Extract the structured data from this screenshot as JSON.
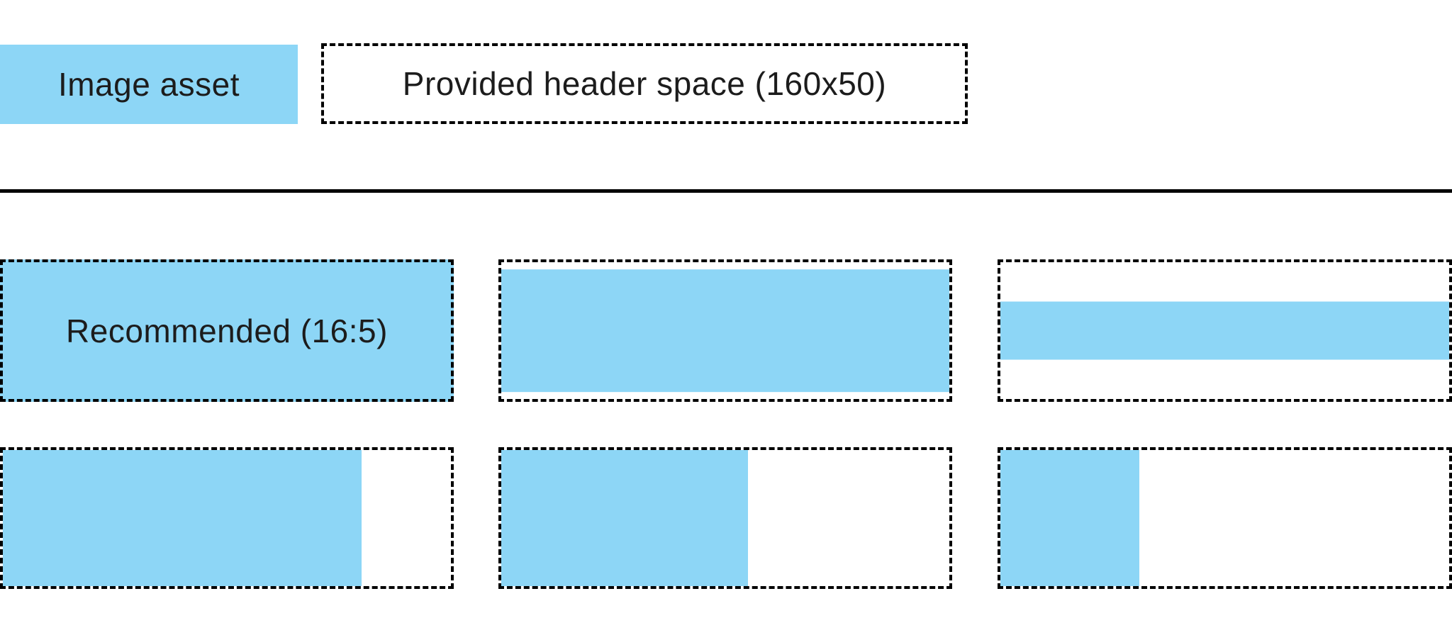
{
  "colors": {
    "asset_blue": "#8DD6F6",
    "outline_black": "#000000",
    "text_black": "#1C1C1C",
    "background_white": "#FFFFFF"
  },
  "legend": {
    "image_asset": {
      "label": "Image asset"
    },
    "header_space": {
      "label": "Provided header space (160x50)"
    }
  },
  "examples": {
    "recommended": {
      "label": "Recommended (16:5)",
      "fill_style": "left:0;top:0;width:100%;height:100%"
    },
    "full_width_tall": {
      "fill_style": "left:0;top:50%;transform:translateY(-50%);width:100%;height:90%"
    },
    "full_width_short": {
      "fill_style": "left:0;top:50%;transform:translateY(-50%);width:100%;height:43%"
    },
    "full_height_wide": {
      "fill_style": "left:0;top:0;height:100%;width:80%"
    },
    "full_height_medium": {
      "fill_style": "left:0;top:0;height:100%;width:55%"
    },
    "full_height_narrow": {
      "fill_style": "left:0;top:0;height:100%;width:31%"
    }
  }
}
